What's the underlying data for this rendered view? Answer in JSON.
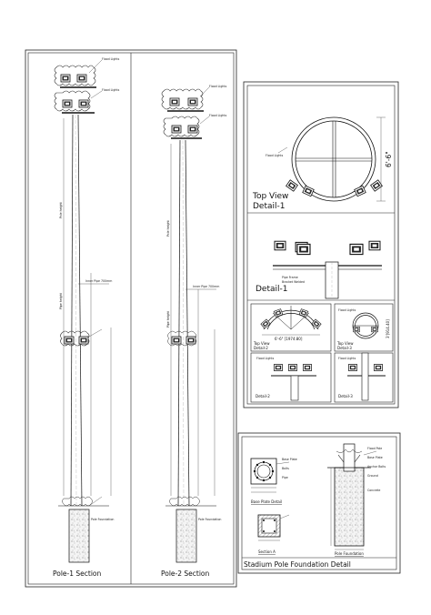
{
  "drawing": {
    "pole1_caption": "Pole-1 Section",
    "pole2_caption": "Pole-2 Section",
    "top_view_line1": "Top View",
    "top_view_line2": "Detail-1",
    "top_view_dim": "6'-6\"",
    "detail1_caption": "Detail-1",
    "detail2_top_caption_1": "Top View",
    "detail2_top_caption_2": "Detail-2",
    "detail2_dim": "6'-6\" [1974.80]",
    "detail3_top_caption_1": "Top View",
    "detail3_top_caption_2": "Detail-3",
    "detail3_dim": "3'[914.40]",
    "detail2_caption": "Detail-2",
    "detail3_caption": "Detail-3",
    "flood_lights": "Flood Lights",
    "base_plate_caption": "Base Plate Detail",
    "section_a_caption": "Section A",
    "pole_foundation_caption": "Pole Foundation",
    "sheet_title": "Stadium Pole Foundation Detail"
  }
}
